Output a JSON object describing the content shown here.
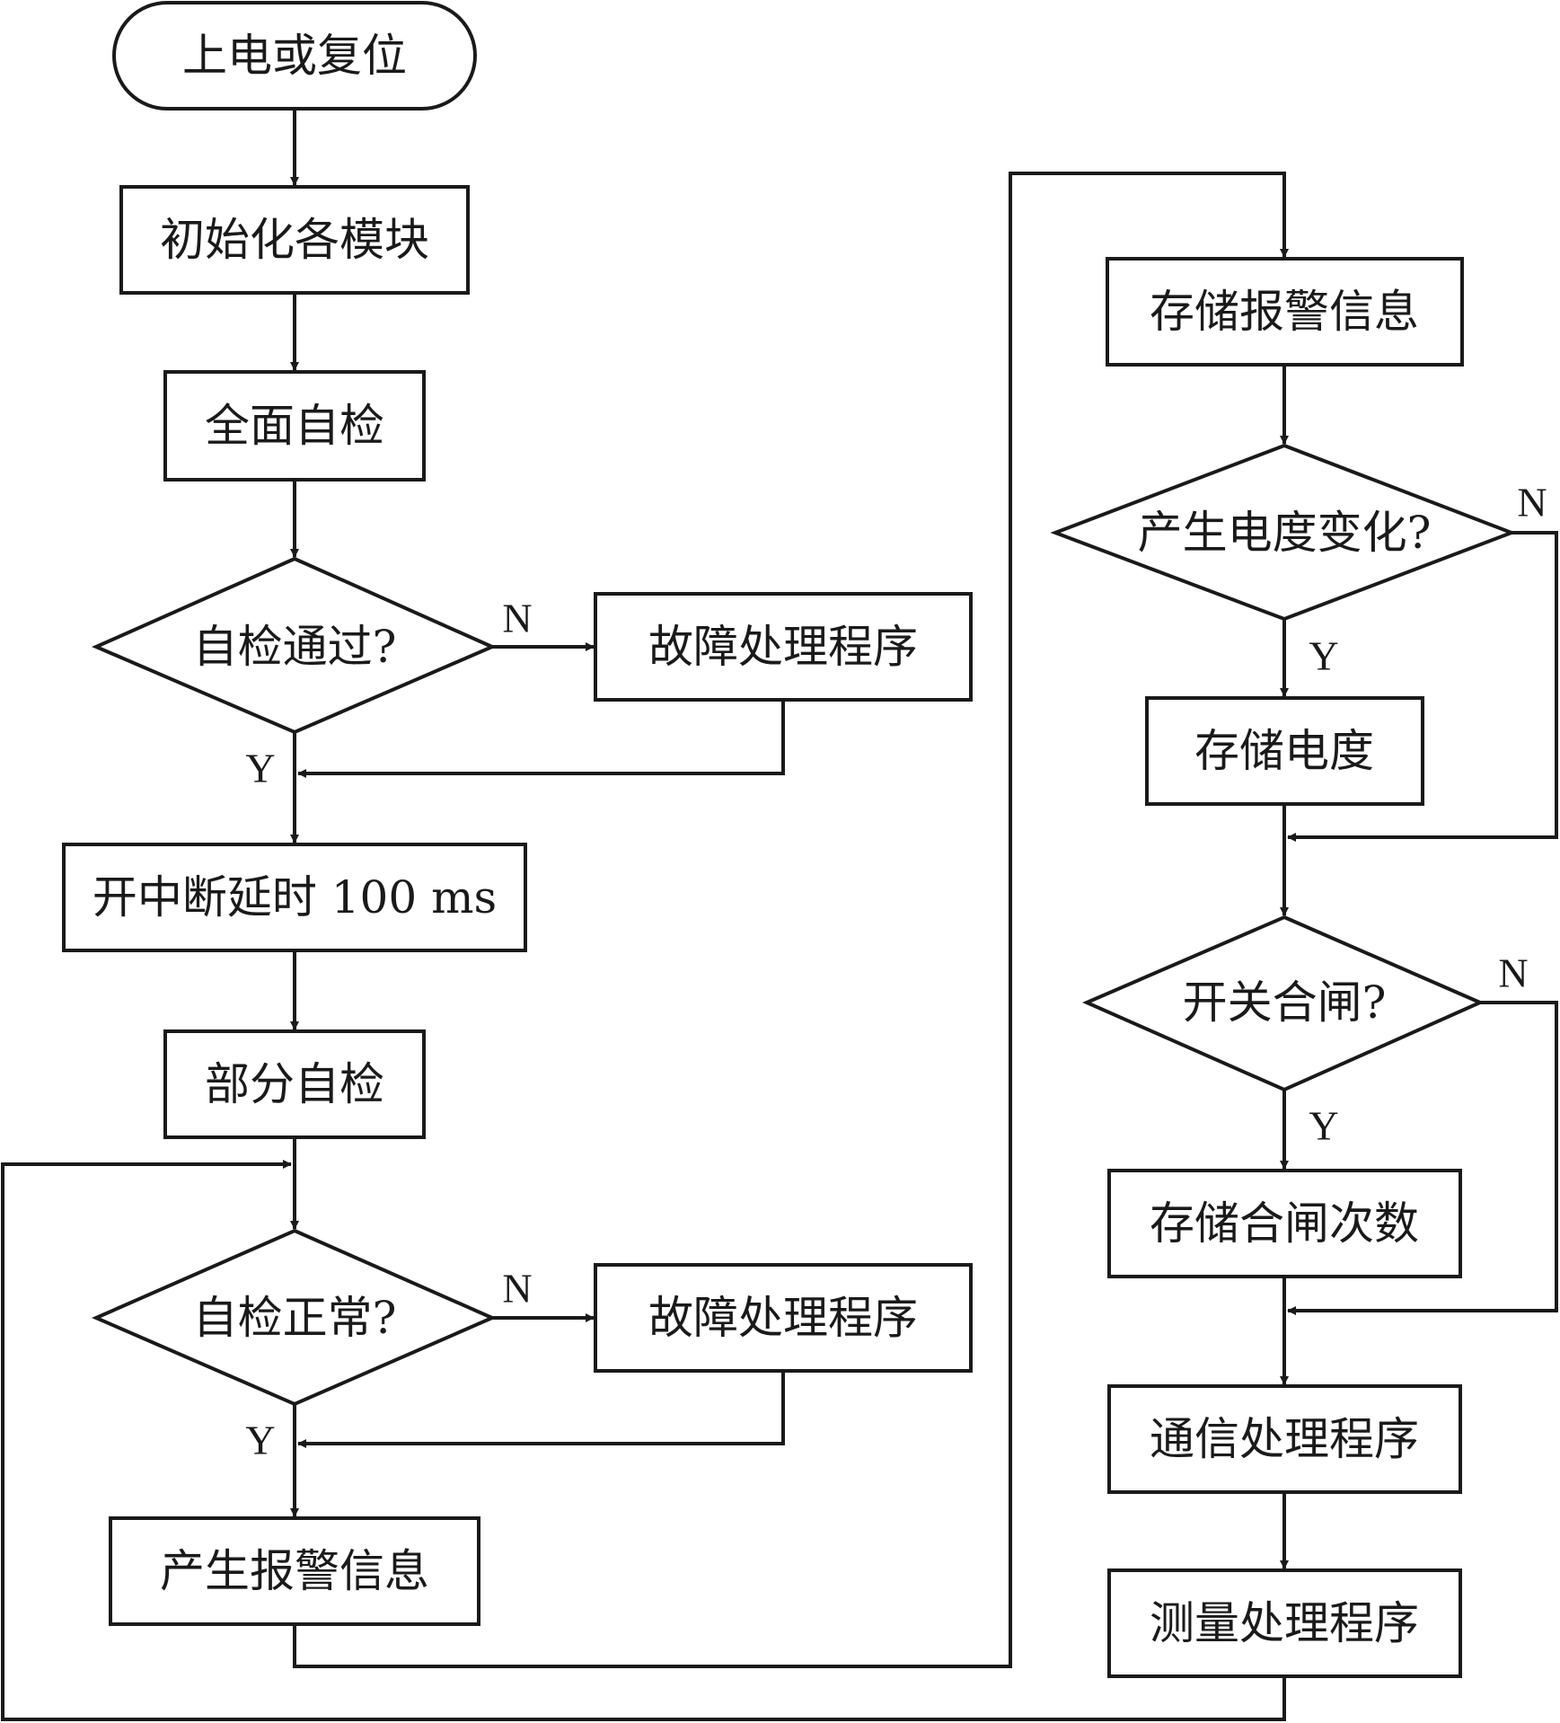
{
  "nodes": {
    "start": "上电或复位",
    "init": "初始化各模块",
    "full_check": "全面自检",
    "check_passed": "自检通过?",
    "fault_handler_1": "故障处理程序",
    "interrupt_delay": "开中断延时 100 ms",
    "partial_check": "部分自检",
    "check_normal": "自检正常?",
    "fault_handler_2": "故障处理程序",
    "generate_alarm": "产生报警信息",
    "store_alarm": "存储报警信息",
    "energy_changed": "产生电度变化?",
    "store_energy": "存储电度",
    "switch_closed": "开关合闸?",
    "store_close_count": "存储合闸次数",
    "comm_handler": "通信处理程序",
    "measure_handler": "测量处理程序"
  },
  "branch_labels": {
    "yes": "Y",
    "no": "N"
  },
  "colors": {
    "stroke": "#1a1a1a",
    "background": "#ffffff"
  }
}
